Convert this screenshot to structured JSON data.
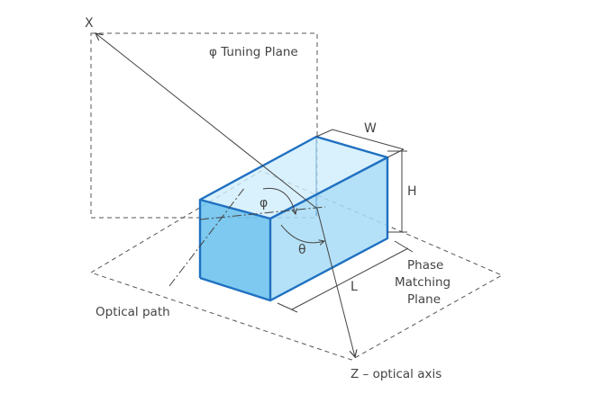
{
  "labels": {
    "x_axis": "X",
    "z_axis": "Z – optical axis",
    "phi_plane": "φ Tuning Plane",
    "phase_plane_line1": "Phase",
    "phase_plane_line2": "Matching",
    "phase_plane_line3": "Plane",
    "optical_path": "Optical path",
    "width": "W",
    "height": "H",
    "length": "L",
    "phi": "φ",
    "theta": "θ"
  },
  "colors": {
    "crystal_edge": "#1f70c1",
    "crystal_front": "#6fc3ee",
    "crystal_side": "#a7dcf6",
    "crystal_top": "#cfeefb",
    "line": "#444444"
  }
}
